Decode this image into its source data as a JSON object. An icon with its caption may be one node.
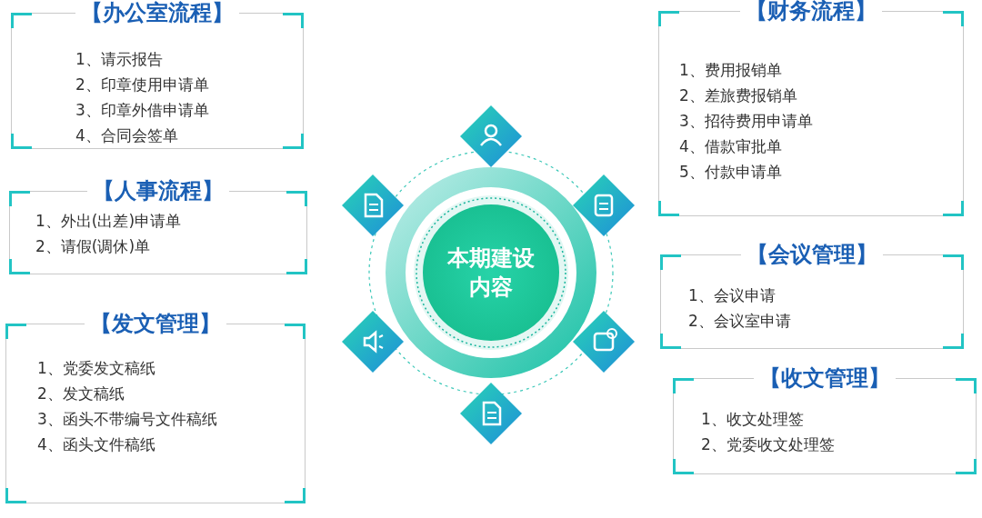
{
  "diagram": {
    "nodes": [
      {
        "text": [
          "【办公室流程】",
          "1、请示报告",
          "2、印章使用申请单",
          "3、印章外借申请单",
          "4、合同会签单"
        ]
      },
      {
        "text": [
          "【人事流程】",
          "1、外出(出差)申请单",
          "2、请假(调休)单"
        ]
      },
      {
        "text": [
          "【发文管理】",
          "1、党委发文稿纸",
          "2、发文稿纸",
          "3、函头不带编号文件稿纸",
          "4、函头文件稿纸"
        ]
      },
      {
        "text": [
          "本期建设内容"
        ]
      },
      {
        "text": [
          "【财务流程】",
          "1、费用报销单",
          "2、差旅费报销单",
          "3、招待费用申请单",
          "4、借款审批单",
          "5、付款申请单"
        ]
      },
      {
        "text": [
          "【会议管理】",
          "1、会议申请",
          "2、会议室申请"
        ]
      },
      {
        "text": [
          "【收文管理】",
          "1、收文处理签",
          "2、党委收文处理签"
        ]
      }
    ]
  }
}
